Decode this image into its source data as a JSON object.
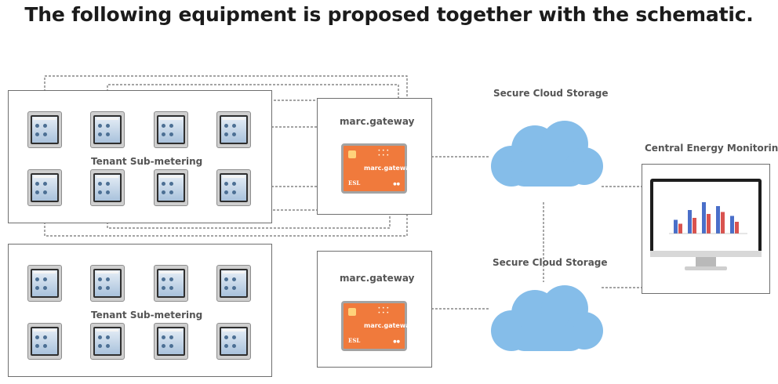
{
  "heading": "The following equipment is proposed together with the schematic.",
  "groups": [
    {
      "label": "Tenant Sub-metering",
      "gateway_label": "marc.gateway",
      "cloud_label": "Secure Cloud Storage"
    },
    {
      "label": "Tenant Sub-metering",
      "gateway_label": "marc.gateway",
      "cloud_label": "Secure Cloud Storage"
    }
  ],
  "monitoring_label": "Central Energy Monitoring",
  "gateway_device_text": "marc.gateway",
  "gateway_device_brand": "ESL",
  "colors": {
    "cloud": "#85bde9",
    "gateway": "#f07a3c",
    "border": "#6f6f6f",
    "dashed": "#6e6e6e"
  },
  "chart_bars": [
    {
      "blue": 0.35,
      "red": 0.25
    },
    {
      "blue": 0.6,
      "red": 0.4
    },
    {
      "blue": 0.8,
      "red": 0.5
    },
    {
      "blue": 0.7,
      "red": 0.55
    },
    {
      "blue": 0.45,
      "red": 0.3
    }
  ]
}
